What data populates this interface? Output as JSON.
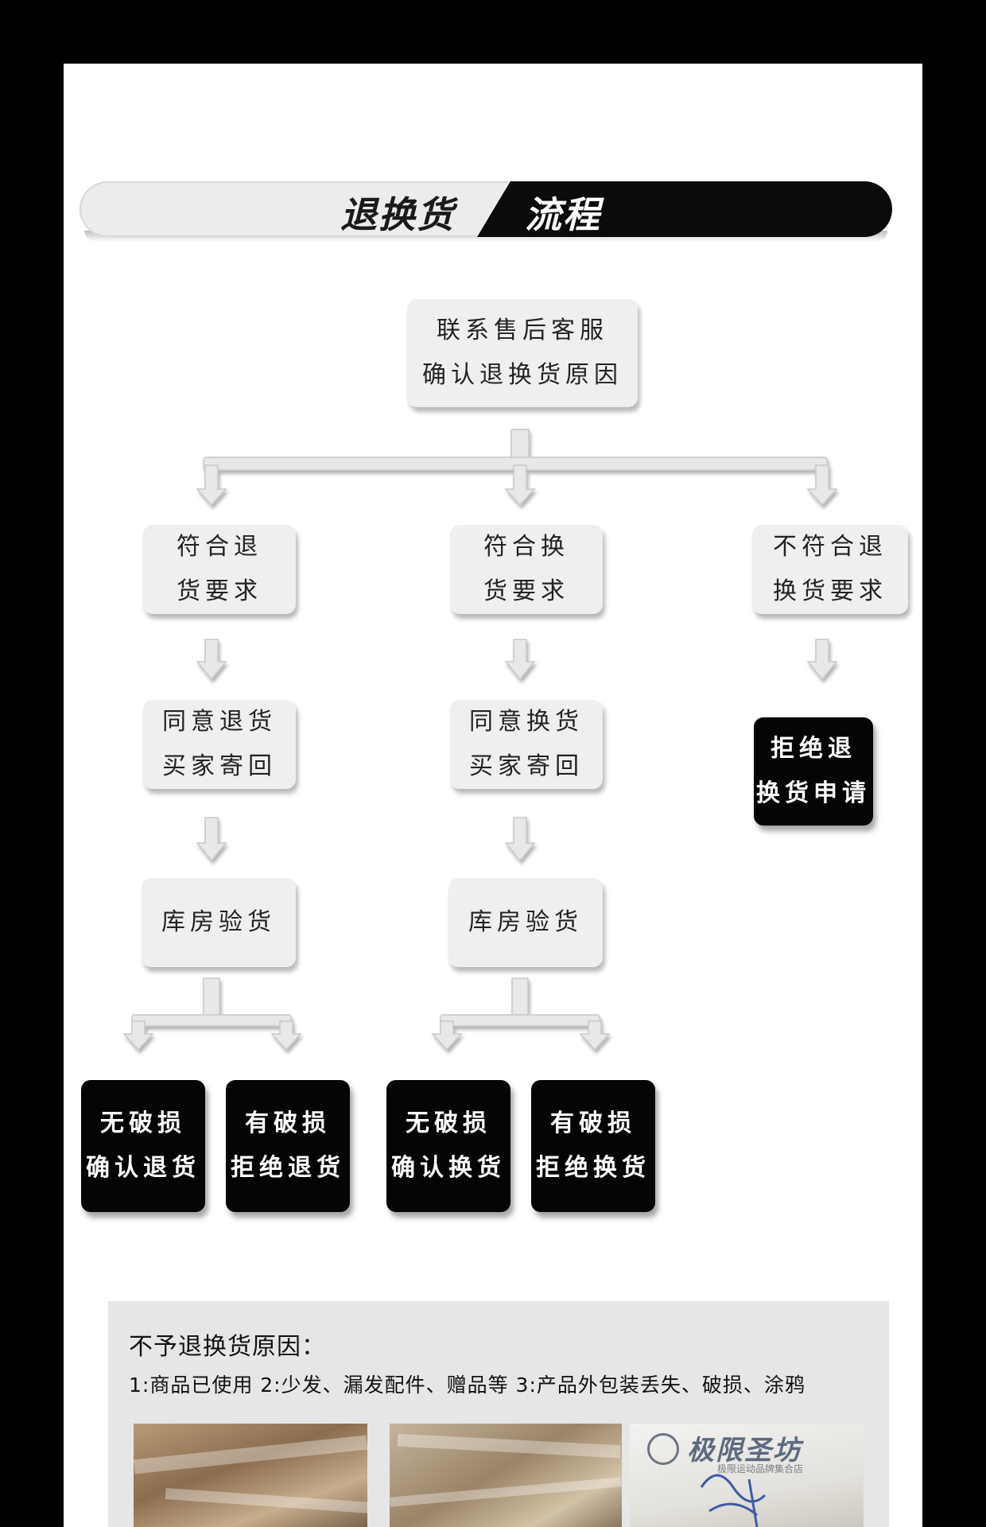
{
  "title": {
    "left_text": "退换货",
    "right_text": "流程"
  },
  "flow": {
    "root": [
      "联系售后客服",
      "确认退换货原因"
    ],
    "branches": [
      {
        "condition": [
          "符合退",
          "货要求"
        ],
        "action": [
          "同意退货",
          "买家寄回"
        ],
        "inspect": "库房验货",
        "outcomes": [
          [
            "无破损",
            "确认退货"
          ],
          [
            "有破损",
            "拒绝退货"
          ]
        ]
      },
      {
        "condition": [
          "符合换",
          "货要求"
        ],
        "action": [
          "同意换货",
          "买家寄回"
        ],
        "inspect": "库房验货",
        "outcomes": [
          [
            "无破损",
            "确认换货"
          ],
          [
            "有破损",
            "拒绝换货"
          ]
        ]
      },
      {
        "condition": [
          "不符合退",
          "换货要求"
        ],
        "result": [
          "拒绝退",
          "换货申请"
        ]
      }
    ]
  },
  "reasons": {
    "title": "不予退换货原因：",
    "items": "1:商品已使用  2:少发、漏发配件、赠品等  3:产品外包装丢失、破损、涂鸦"
  },
  "photos": {
    "third_logo_text": "极限圣坊",
    "third_logo_sub": "极限运动品牌集合店"
  },
  "colors": {
    "dark_box": "#050505",
    "light_box": "#efefef",
    "connector": "#e8e8e8"
  }
}
